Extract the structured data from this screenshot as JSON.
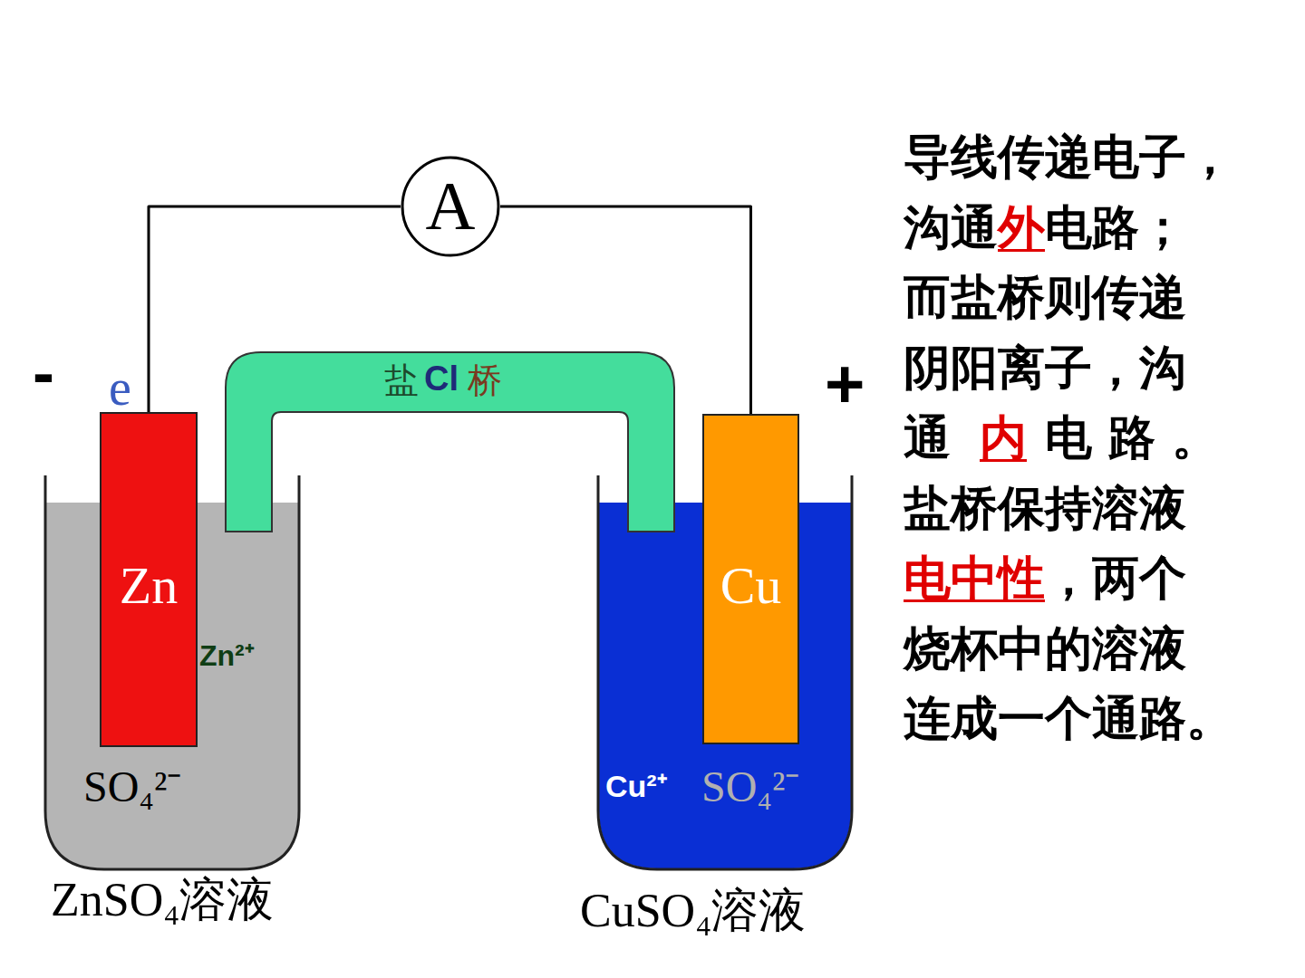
{
  "diagram": {
    "nodes": [
      {
        "text": [
          "A"
        ]
      },
      {
        "text": [
          "Zn²⁺",
          "SO₄²⁻",
          "ZnSO₄溶液"
        ]
      },
      {
        "text": [
          "Zn"
        ],
        "in": 1
      },
      {
        "text": [
          "盐",
          "Cl",
          "桥"
        ]
      },
      {
        "text": [
          "Cu²⁺",
          "SO₄²⁻",
          "CuSO₄溶液"
        ]
      },
      {
        "text": [
          "Cu"
        ],
        "in": 4
      }
    ],
    "edges": [
      {
        "from": 2,
        "to": 0,
        "arrow": "none"
      },
      {
        "from": 0,
        "to": 5,
        "arrow": "none"
      }
    ],
    "labels": [
      "-",
      "e",
      "+",
      "导线传递电子，",
      "沟通",
      "外",
      "电路；",
      "而盐桥则传递",
      "阴阳离子，沟",
      "通",
      "内",
      "电 路 。",
      "盐桥保持溶液",
      "电中性",
      "，两个",
      "烧杯中的溶液",
      "连成一个通路。"
    ]
  }
}
